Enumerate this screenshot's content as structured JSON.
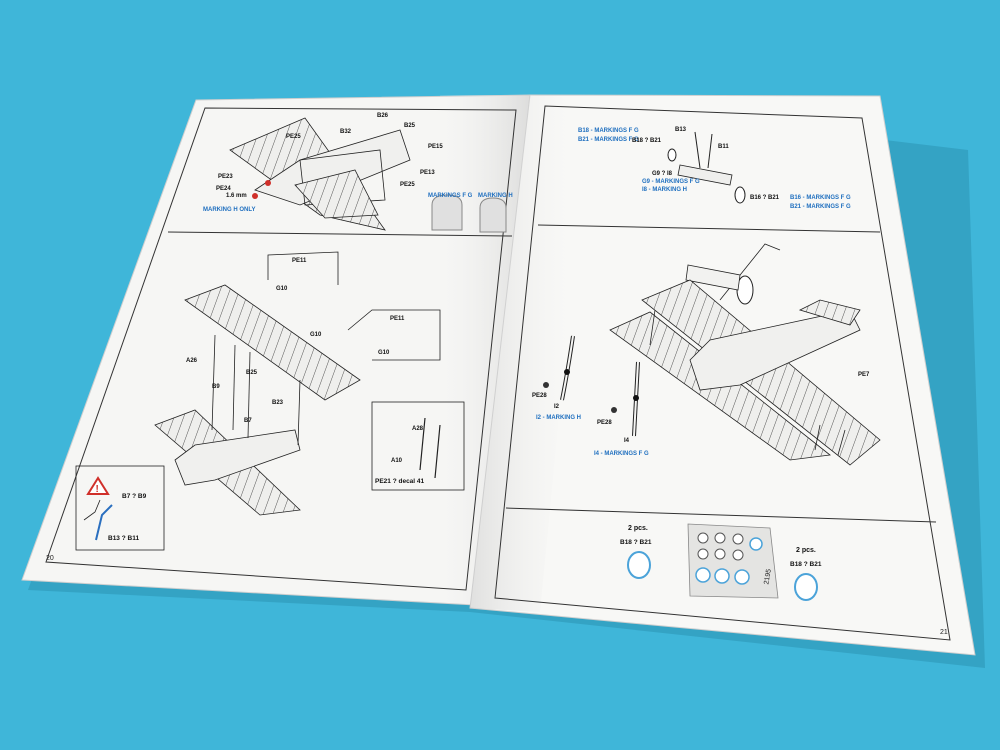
{
  "colors": {
    "background": "#3fb6d9",
    "paper": "#f7f7f5",
    "line": "#333333",
    "accent_blue": "#1f6fbf",
    "warning_red": "#d0302a",
    "wing_fill": "#e8e8e6"
  },
  "left_page": {
    "page_number": "20",
    "labels": {
      "pe25": "PE25",
      "b32": "B32",
      "b26": "B26",
      "b25_top": "B25",
      "pe15": "PE15",
      "pe13": "PE13",
      "pe23": "PE23",
      "pe25_low": "PE25",
      "pe24": "PE24",
      "dim": "1.6 mm",
      "marking_h_only": "MARKING H ONLY",
      "markings_fg": "MARKINGS F G",
      "marking_h": "MARKING H",
      "pe11": "PE11",
      "g10_a": "G10",
      "g10_wing": "G10",
      "pe11_b": "PE11",
      "g10_b": "G10",
      "a26": "A26",
      "b9": "B9",
      "b25": "B25",
      "b23": "B23",
      "b7": "B7",
      "a28": "A28",
      "a10": "A10",
      "pe21_decal": "PE21 ? decal 41",
      "b7_b9": "B7 ? B9",
      "b13_b11": "B13 ? B11"
    }
  },
  "right_page": {
    "page_number": "21",
    "labels": {
      "b18_marking": "B18 - MARKINGS F G",
      "b21_marking": "B21 - MARKINGS F G",
      "b13": "B13",
      "b11": "B11",
      "b18_b21_top": "B18 ? B21",
      "g9_i8": "G9 ? I8",
      "g9_marking": "G9 - MARKINGS F G",
      "i8_marking": "I8 - MARKING H",
      "b16_b21": "B16 ? B21",
      "b16_marking": "B16 - MARKINGS F G",
      "b21_marking2": "B21 - MARKINGS F G",
      "pe7": "PE7",
      "pe28_left": "PE28",
      "i2": "I2",
      "i2_marking": "I2 - MARKING H",
      "pe28_right": "PE28",
      "i4": "I4",
      "i4_marking": "I4 - MARKINGS F G",
      "pcs_left": "2 pcs.",
      "b18_b21_left": "B18 ? B21",
      "pcs_right": "2 pcs.",
      "b18_b21_right": "B18 ? B21",
      "mask_code": "2195"
    }
  }
}
